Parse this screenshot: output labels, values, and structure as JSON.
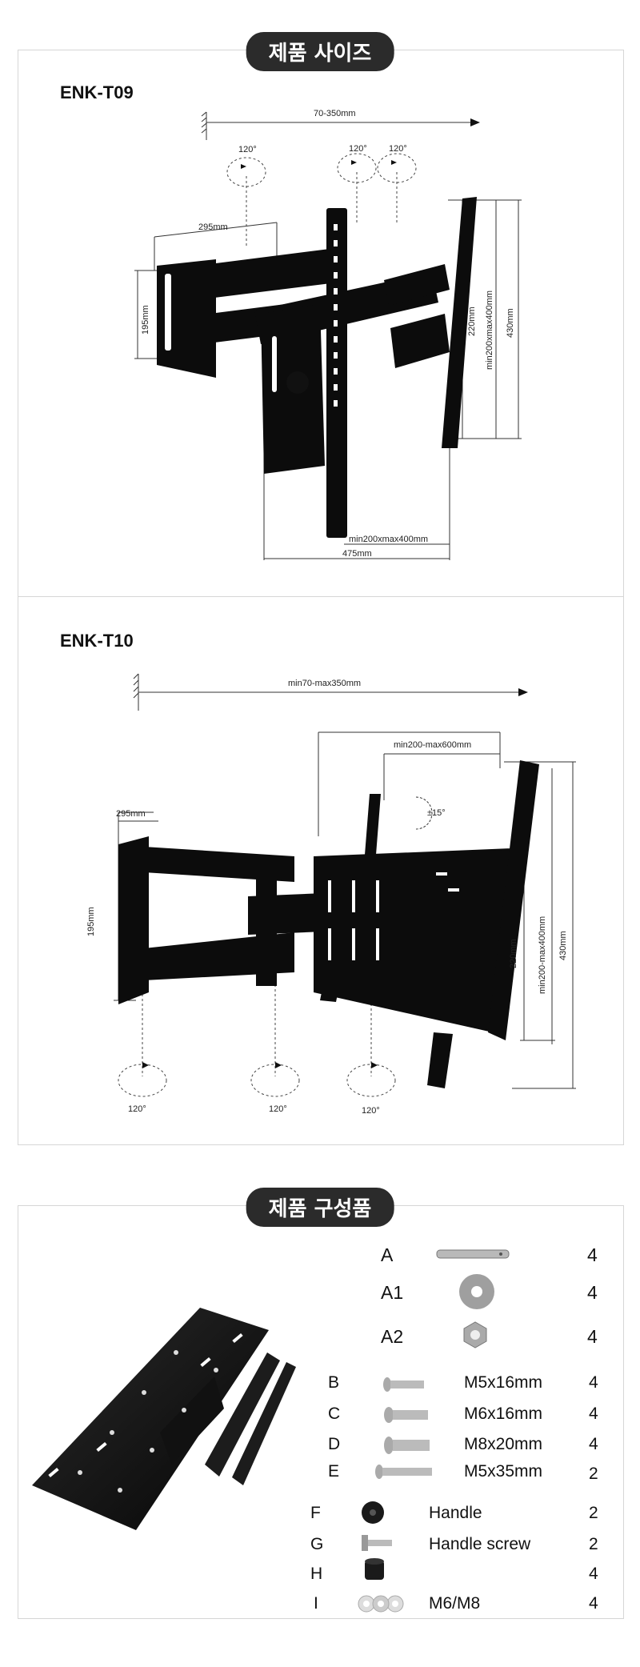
{
  "section_size_title": "제품 사이즈",
  "section_components_title": "제품 구성품",
  "t09": {
    "model": "ENK-T09",
    "total_depth": "70-350mm",
    "angle_a": "120°",
    "angle_b": "120°",
    "angle_c": "120°",
    "arm_width": "295mm",
    "arm_height": "195mm",
    "v_220": "220mm",
    "v_vesa": "min200xmax400mm",
    "v_430": "430mm",
    "h_vesa": "min200xmax400mm",
    "h_475": "475mm"
  },
  "t10": {
    "model": "ENK-T10",
    "total_depth": "min70-max350mm",
    "h_vesa": "min200-max600mm",
    "tilt": "±15°",
    "arm_width": "295mm",
    "arm_height": "195mm",
    "v_220": "220mm",
    "v_vesa": "min200-max400mm",
    "v_430": "430mm",
    "angle_a": "120°",
    "angle_b": "120°",
    "angle_c": "120°"
  },
  "parts": [
    {
      "letter": "A",
      "desc": "",
      "qty": "4",
      "icon": "pin-icon"
    },
    {
      "letter": "A1",
      "desc": "",
      "qty": "4",
      "icon": "washer-icon"
    },
    {
      "letter": "A2",
      "desc": "",
      "qty": "4",
      "icon": "nut-icon"
    },
    {
      "letter": "B",
      "desc": "M5x16mm",
      "qty": "4",
      "icon": "screw-icon"
    },
    {
      "letter": "C",
      "desc": "M6x16mm",
      "qty": "4",
      "icon": "screw-icon"
    },
    {
      "letter": "D",
      "desc": "M8x20mm",
      "qty": "4",
      "icon": "screw-icon"
    },
    {
      "letter": "E",
      "desc": "M5x35mm",
      "qty": "2",
      "icon": "long-screw-icon"
    },
    {
      "letter": "F",
      "desc": "Handle",
      "qty": "2",
      "icon": "handle-knob-icon"
    },
    {
      "letter": "G",
      "desc": "Handle screw",
      "qty": "2",
      "icon": "handle-screw-icon"
    },
    {
      "letter": "H",
      "desc": "",
      "qty": "4",
      "icon": "spacer-icon"
    },
    {
      "letter": "I",
      "desc": "M6/M8",
      "qty": "4",
      "icon": "washers-icon"
    }
  ]
}
